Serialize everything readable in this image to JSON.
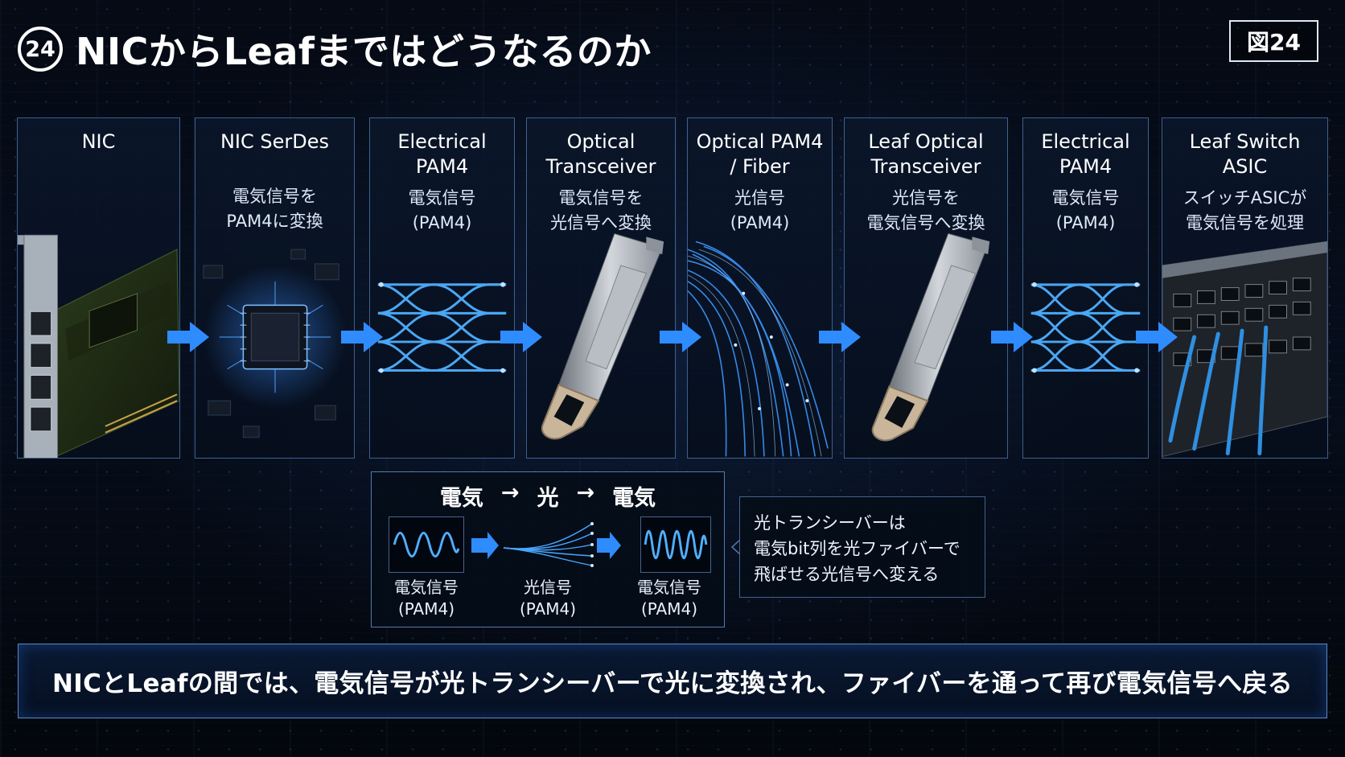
{
  "title": {
    "number": "24",
    "text": "NICからLeafまではどうなるのか"
  },
  "figure_label": "図24",
  "stages": [
    {
      "id": "nic",
      "title": [
        "NIC"
      ],
      "desc": []
    },
    {
      "id": "nic-serdes",
      "title": [
        "NIC SerDes"
      ],
      "desc": [
        "電気信号を",
        "PAM4に変換"
      ]
    },
    {
      "id": "electrical-pam4-1",
      "title": [
        "Electrical",
        "PAM4"
      ],
      "desc": [
        "電気信号",
        "(PAM4)"
      ]
    },
    {
      "id": "optical-transceiver",
      "title": [
        "Optical",
        "Transceiver"
      ],
      "desc": [
        "電気信号を",
        "光信号へ変換"
      ]
    },
    {
      "id": "optical-pam4-fiber",
      "title": [
        "Optical PAM4",
        "/ Fiber"
      ],
      "desc": [
        "光信号",
        "(PAM4)"
      ]
    },
    {
      "id": "leaf-optical-transceiver",
      "title": [
        "Leaf Optical",
        "Transceiver"
      ],
      "desc": [
        "光信号を",
        "電気信号へ変換"
      ]
    },
    {
      "id": "electrical-pam4-2",
      "title": [
        "Electrical",
        "PAM4"
      ],
      "desc": [
        "電気信号",
        "(PAM4)"
      ]
    },
    {
      "id": "leaf-switch-asic",
      "title": [
        "Leaf Switch",
        "ASIC"
      ],
      "desc": [
        "スイッチASICが",
        "電気信号を処理"
      ]
    }
  ],
  "conversion": {
    "heading": [
      "電気",
      "→",
      "光",
      "→",
      "電気"
    ],
    "labels": [
      [
        "電気信号",
        "(PAM4)"
      ],
      [
        "光信号",
        "(PAM4)"
      ],
      [
        "電気信号",
        "(PAM4)"
      ]
    ]
  },
  "note": [
    "光トランシーバーは",
    "電気bit列を光ファイバーで",
    "飛ばせる光信号へ変える"
  ],
  "summary": "NICとLeafの間では、電気信号が光トランシーバーで光に変換され、ファイバーを通って再び電気信号へ戻る",
  "colors": {
    "accent": "#2f8cff",
    "glow": "#5fb6ff",
    "panel_border": "#6ea0e6"
  },
  "icons": [
    "nic-card-icon",
    "serdes-chip-icon",
    "pam4-eye-icon",
    "transceiver-icon",
    "fiber-bundle-icon",
    "switch-ports-icon",
    "arrow-right-icon"
  ]
}
